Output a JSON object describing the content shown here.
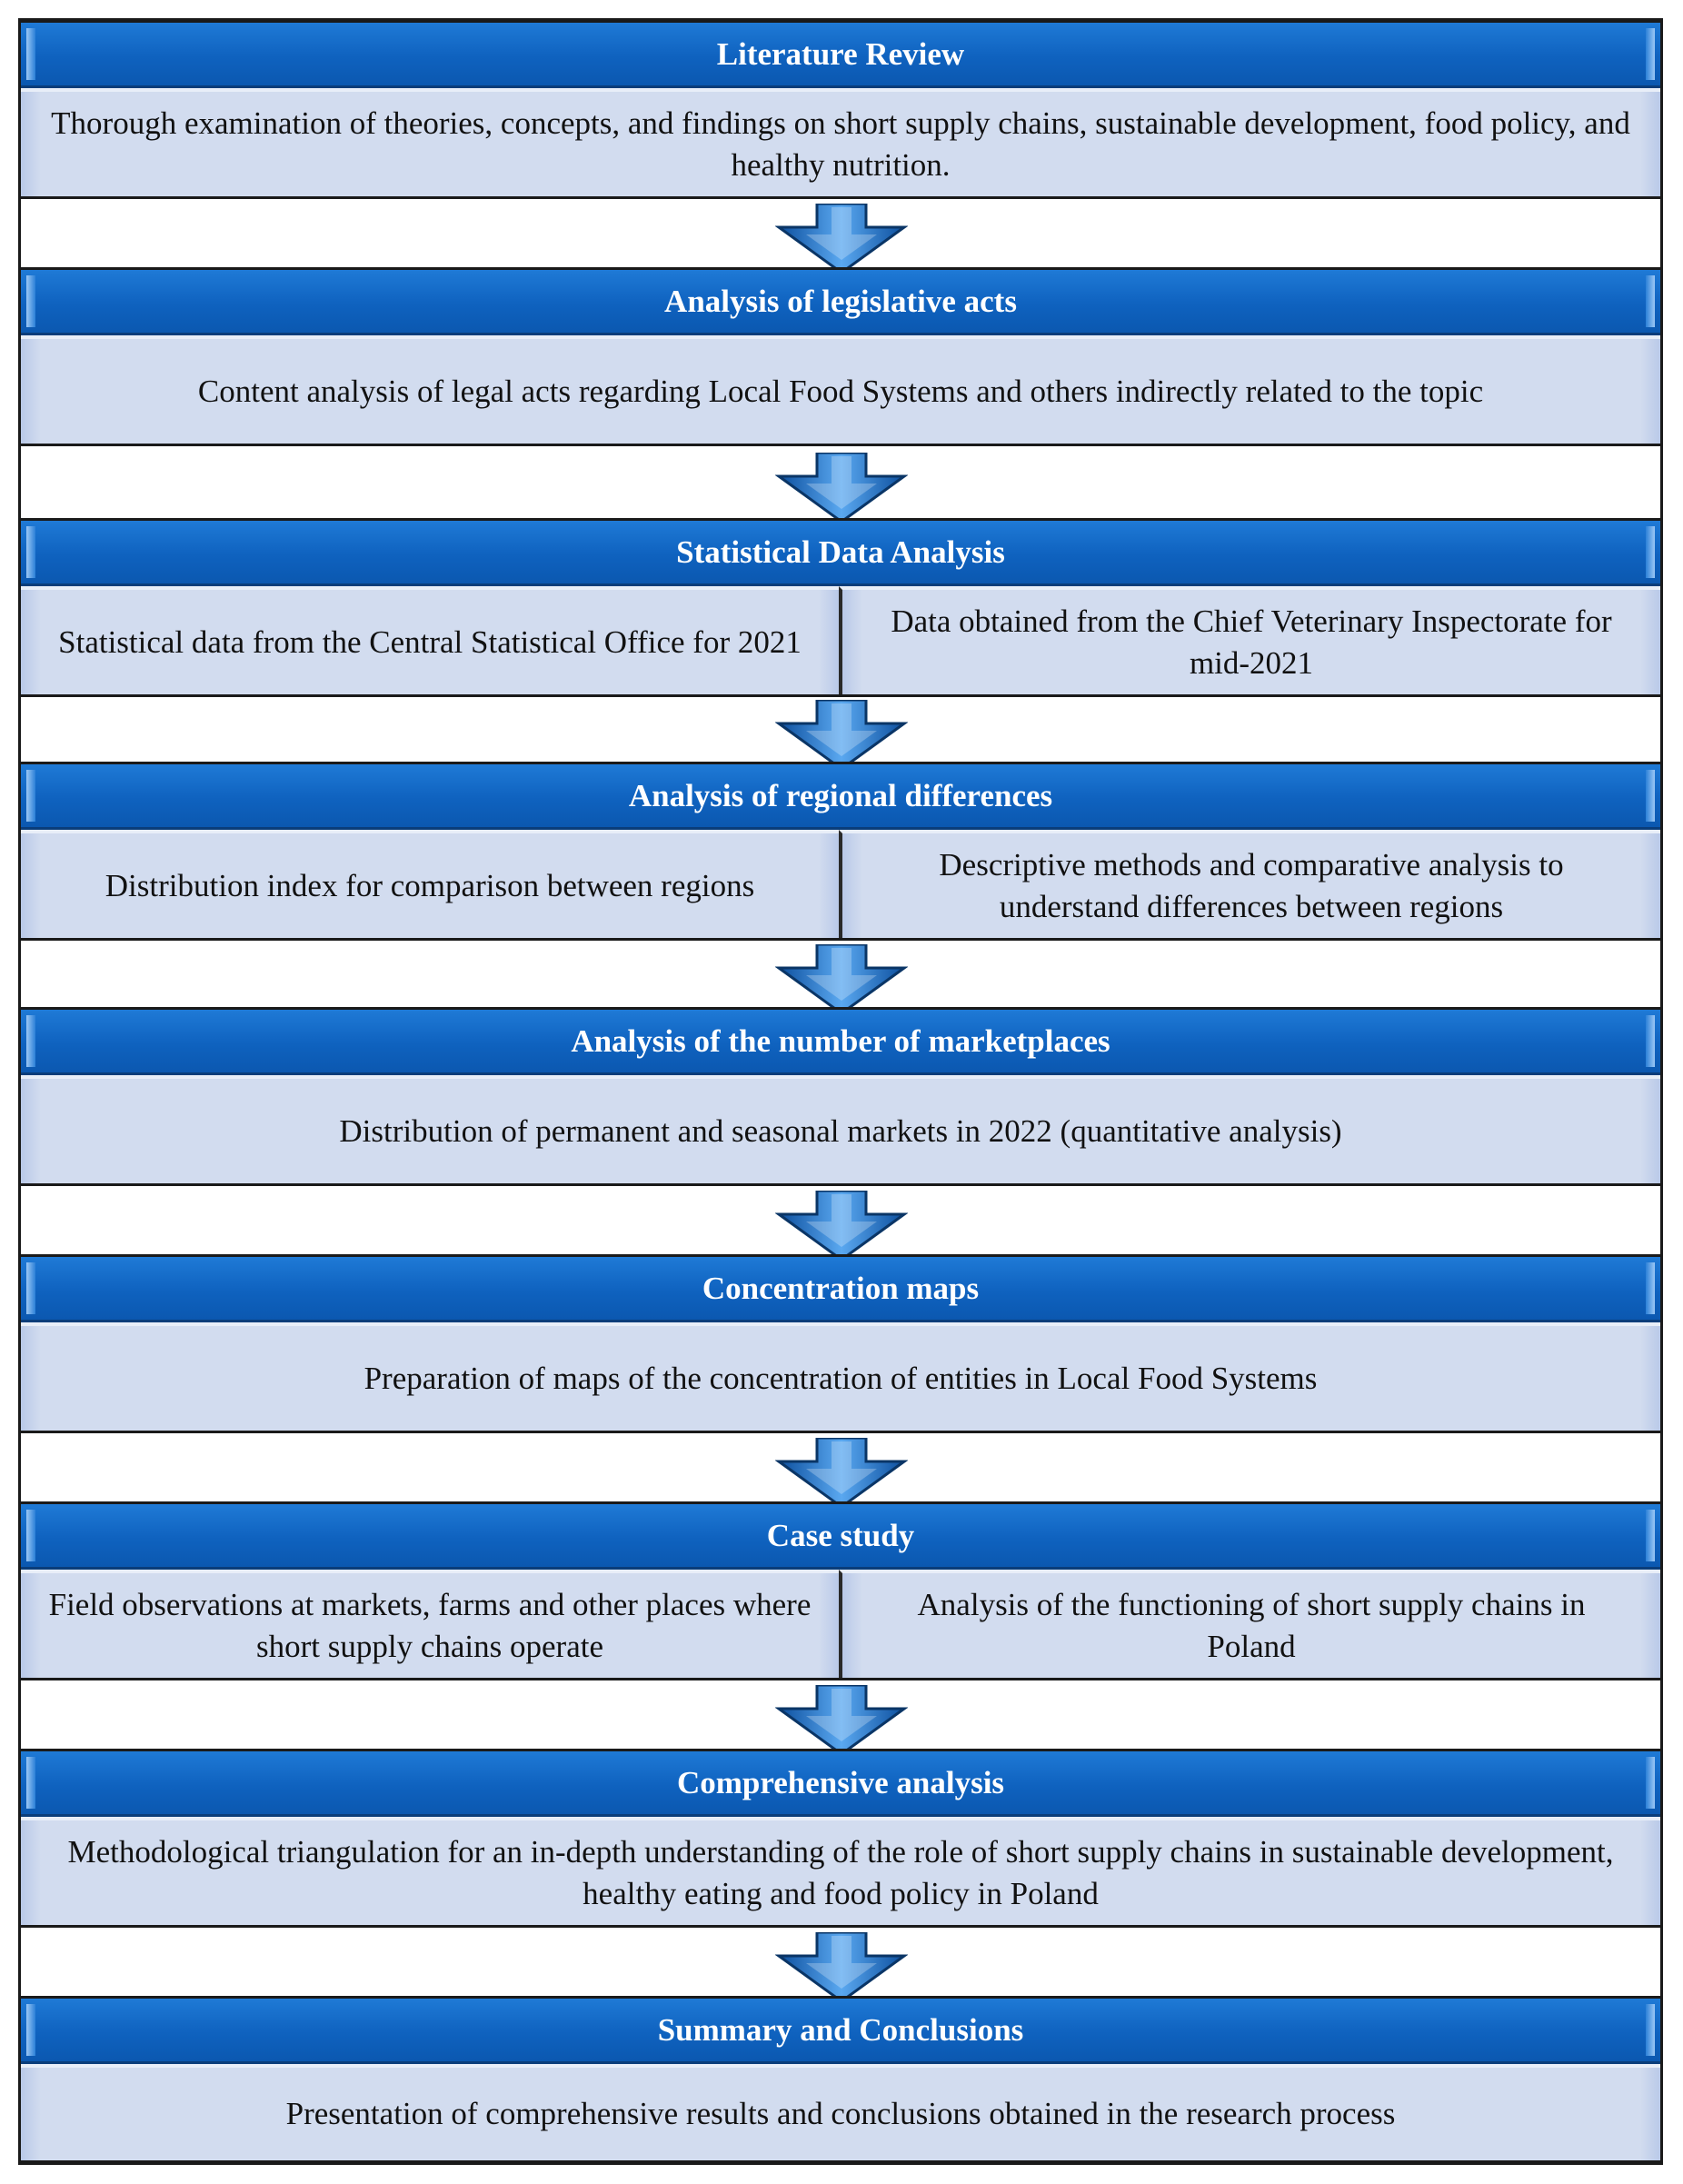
{
  "stages": [
    {
      "title": "Literature Review",
      "cells": [
        "Thorough examination of theories, concepts, and findings on short supply chains, sustainable development, food policy, and healthy nutrition."
      ]
    },
    {
      "title": "Analysis of legislative acts",
      "cells": [
        "Content analysis of legal acts regarding Local Food Systems and others indirectly related to the topic"
      ]
    },
    {
      "title": "Statistical Data Analysis",
      "cells": [
        "Statistical data from the Central Statistical Office for 2021",
        "Data obtained from the Chief Veterinary Inspectorate for mid-2021"
      ]
    },
    {
      "title": "Analysis of regional differences",
      "cells": [
        "Distribution index for comparison between regions",
        "Descriptive methods and comparative analysis to understand differences between regions"
      ]
    },
    {
      "title": "Analysis of the number of marketplaces",
      "cells": [
        "Distribution of permanent and seasonal markets in 2022 (quantitative analysis)"
      ]
    },
    {
      "title": "Concentration maps",
      "cells": [
        "Preparation of maps of the concentration of entities in Local Food Systems"
      ]
    },
    {
      "title": "Case study",
      "cells": [
        "Field observations at markets, farms and other places where short supply chains operate",
        "Analysis of the functioning of short supply chains in Poland"
      ]
    },
    {
      "title": "Comprehensive analysis",
      "cells": [
        "Methodological triangulation for an in-depth understanding of the role of short supply chains in sustainable development, healthy eating and food policy in Poland"
      ]
    },
    {
      "title": "Summary and Conclusions",
      "cells": [
        "Presentation of comprehensive results and conclusions obtained in the research process"
      ]
    }
  ],
  "colors": {
    "header": "#0f62bf",
    "body": "#d2dcef",
    "arrow": "#1a73d2"
  }
}
